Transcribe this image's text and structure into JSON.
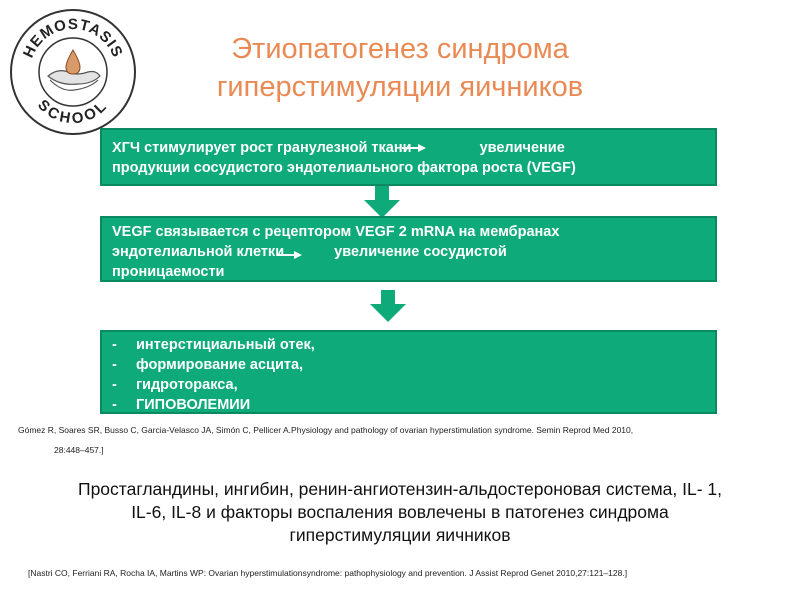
{
  "logo": {
    "top_text": "HEMOSTASIS",
    "bottom_text": "SCHOOL"
  },
  "title": {
    "line1": "Этиопатогенез синдрома",
    "line2": "гиперстимуляции яичников"
  },
  "box1": {
    "part1": "ХГЧ  стимулирует рост  гранулезной ткани",
    "part2": "увеличение",
    "line2": "продукции сосудистого эндотелиального фактора роста (VEGF)"
  },
  "box2": {
    "line1": "VEGF связывается с рецептором VEGF 2 mRNA  на мембранах",
    "line2_part1": "эндотелиальной клетки",
    "line2_part2": "увеличение сосудистой",
    "line3": "проницаемости"
  },
  "box3": {
    "items": [
      "интерстициальный отек,",
      "формирование асцита,",
      "гидроторакса,",
      "ГИПОВОЛЕМИИ"
    ],
    "dash": "-"
  },
  "reference1": {
    "line1": "Gómez R, Soares SR, Busso C, Garcia-Velasco JA, Simón C, Pellicer A.Physiology and pathology of ovarian hyperstimulation syndrome. Semin Reprod Med 2010,",
    "line2": "28:448–457.]"
  },
  "summary": {
    "line1": "Простагландины, ингибин, ренин-ангиотензин-альдостероновая система, IL- 1,",
    "line2": "IL-6, IL-8 и факторы воспаления вовлечены в патогенез синдрома",
    "line3": "гиперстимуляции яичников"
  },
  "reference2": "[Nastri CO, Ferriani RA, Rocha IA, Martins WP: Ovarian hyperstimulationsyndrome: pathophysiology and prevention. J Assist Reprod Genet 2010,27:121–128.]",
  "colors": {
    "box_fill": "#0faa7a",
    "box_border": "#0a8a60",
    "title": "#e98a55",
    "arrow": "#0faa7a"
  }
}
